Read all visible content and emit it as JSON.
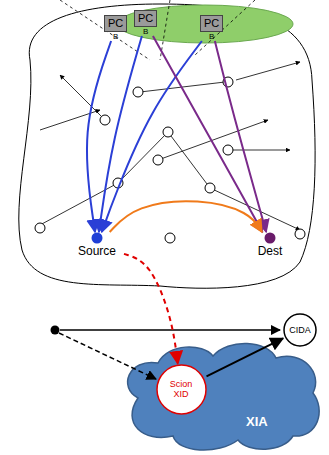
{
  "diagram": {
    "nodes": [
      {
        "text": [
          "PC",
          "B"
        ]
      },
      {
        "text": [
          "PC",
          "B"
        ]
      },
      {
        "text": [
          "PC",
          "B"
        ]
      },
      {
        "text": [
          "Source"
        ]
      },
      {
        "text": [
          "Dest"
        ]
      },
      {
        "text": [
          "XIA"
        ]
      },
      {
        "text": [
          "Scion XID"
        ],
        "in": 5
      },
      {
        "text": [
          "CIDA"
        ]
      }
    ],
    "edges": [
      {
        "from": 0,
        "to": 3,
        "arrow": "to"
      },
      {
        "from": 1,
        "to": 3,
        "arrow": "to"
      },
      {
        "from": 2,
        "to": 3,
        "arrow": "to"
      },
      {
        "from": 1,
        "to": 4,
        "arrow": "to"
      },
      {
        "from": 2,
        "to": 4,
        "arrow": "to"
      },
      {
        "from": 3,
        "to": 4,
        "arrow": "to"
      },
      {
        "from": 3,
        "to": 6,
        "arrow": "to"
      },
      {
        "from": 6,
        "to": 7,
        "arrow": "to"
      }
    ]
  }
}
